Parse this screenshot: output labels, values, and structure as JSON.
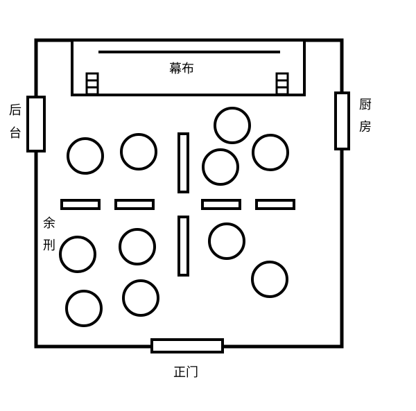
{
  "labels": {
    "stage": "幕布",
    "backstage_top": "后",
    "backstage_bottom": "台",
    "kitchen_top": "厨",
    "kitchen_bottom": "房",
    "side_top": "余",
    "side_bottom": "刑",
    "main_door": "正门"
  },
  "colors": {
    "stroke": "#000000",
    "fill": "#ffffff"
  }
}
